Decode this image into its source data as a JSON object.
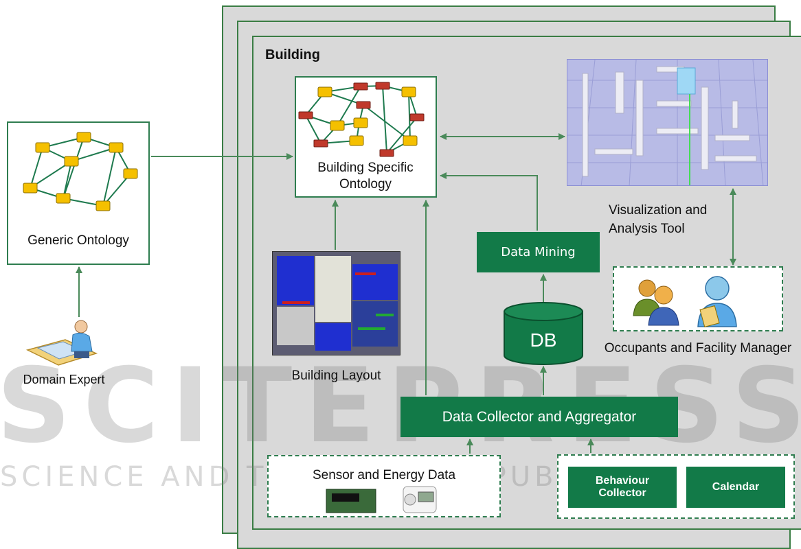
{
  "building_label": "Building",
  "generic_ontology": "Generic Ontology",
  "domain_expert": "Domain Expert",
  "building_specific_ontology": "Building Specific Ontology",
  "building_layout": "Building Layout",
  "data_mining": "Data Mining",
  "db": "DB",
  "visualization_tool": "Visualization  and Analysis Tool",
  "occupants": "Occupants and Facility Manager",
  "data_collector": "Data Collector and Aggregator",
  "sensor_energy": "Sensor and Energy Data",
  "behaviour_collector": "Behaviour Collector",
  "calendar": "Calendar",
  "watermark_big": "SCITEPRESS",
  "watermark_small": "SCIENCE AND TECHNOLOGY PUBLICATIONS",
  "colors": {
    "green": "#127a48",
    "border": "#2e7d4f",
    "arrow": "#4a8a5a",
    "node": "#f5c000",
    "node_red": "#c0392b"
  }
}
